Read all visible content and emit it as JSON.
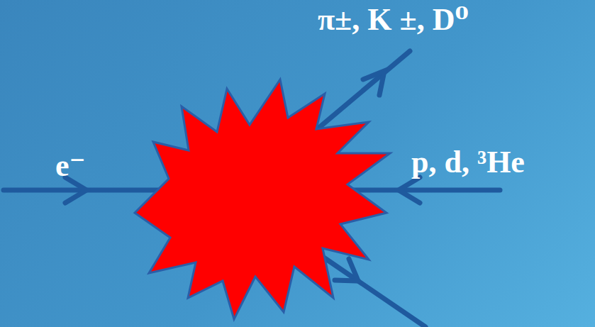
{
  "diagram": {
    "labels": [
      "e⁻",
      "π±, K ±, D⁰",
      "p, d, ³He"
    ]
  }
}
